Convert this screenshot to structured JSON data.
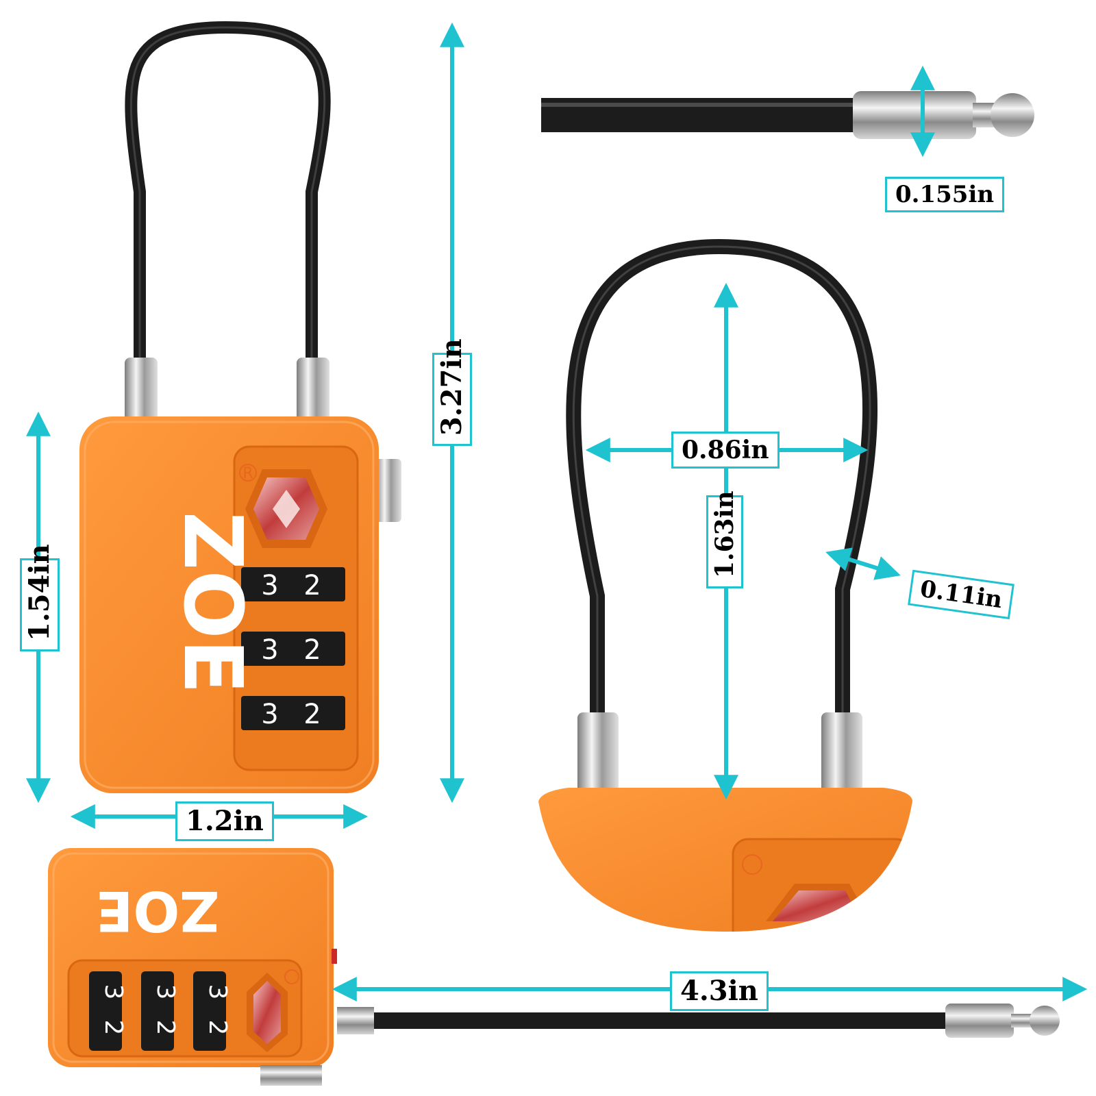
{
  "product": {
    "brand_text": "ZOE",
    "brand_text_bottom": "ZOE",
    "registered_mark": "R",
    "dial_digits_top": [
      "3",
      "2"
    ],
    "dial_digits_bottom": [
      "3",
      "2"
    ],
    "colors": {
      "body": "#f98a2e",
      "body_shade": "#e06f1a",
      "cable": "#1c1c1c",
      "dimension_line": "#1fc2cf"
    }
  },
  "dimensions": {
    "total_height": "3.27in",
    "body_height": "1.54in",
    "body_width": "1.2in",
    "cable_diameter_end": "0.155in",
    "shackle_width": "0.86in",
    "shackle_height": "1.63in",
    "cable_thickness": "0.11in",
    "cable_length": "4.3in"
  }
}
